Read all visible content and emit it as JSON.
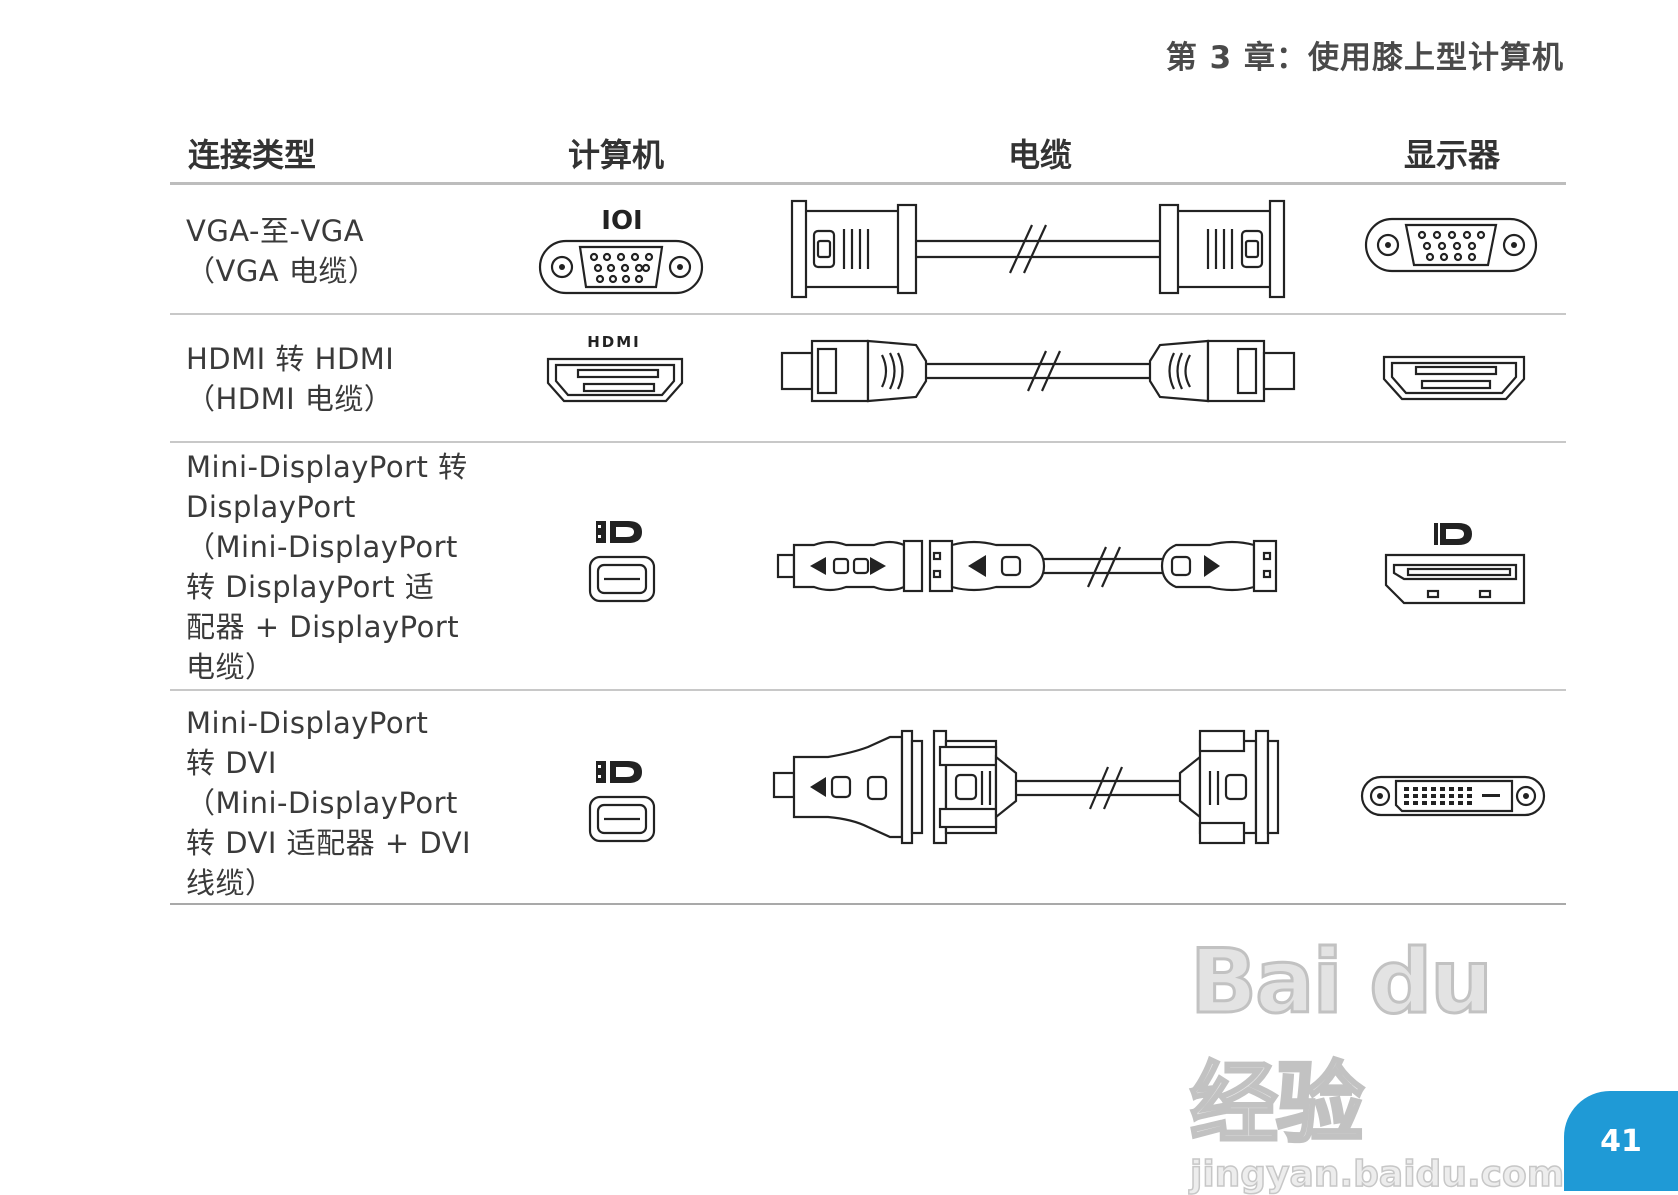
{
  "header": {
    "chapter_title": "第 3 章：使用膝上型计算机"
  },
  "table": {
    "columns": [
      "连接类型",
      "计算机",
      "电缆",
      "显示器"
    ],
    "rows": [
      {
        "type": "VGA-至-VGA\n（VGA 电缆）",
        "computer_icon_label": "IOI",
        "kind": "vga"
      },
      {
        "type": "HDMI 转 HDMI\n（HDMI 电缆）",
        "computer_icon_label": "HDMI",
        "kind": "hdmi"
      },
      {
        "type": "Mini-DisplayPort 转\nDisplayPort\n（Mini-DisplayPort\n转 DisplayPort 适\n配器 + DisplayPort\n电缆）",
        "computer_icon_label": "",
        "kind": "displayport"
      },
      {
        "type": "Mini-DisplayPort\n转 DVI\n（Mini-DisplayPort\n转 DVI 适配器 + DVI\n线缆）",
        "computer_icon_label": "",
        "kind": "dvi"
      }
    ]
  },
  "icons": [
    "vga-port-icon",
    "vga-cable-icon",
    "hdmi-port-icon",
    "hdmi-cable-icon",
    "mini-displayport-icon",
    "displayport-adapter-cable-icon",
    "displayport-icon",
    "dvi-adapter-cable-icon",
    "dvi-port-icon"
  ],
  "watermark": {
    "main": "Bai du 经验",
    "sub": "jingyan.baidu.com"
  },
  "footer": {
    "page_number": "41"
  },
  "colors": {
    "page_tab": "#1f9ad6",
    "rule": "#bdbdbd"
  }
}
